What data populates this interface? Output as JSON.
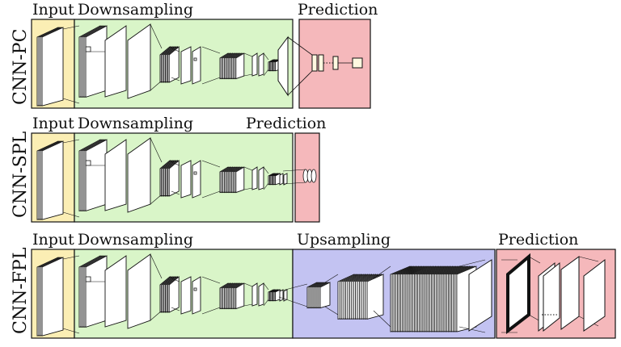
{
  "colors": {
    "input": "#fbeeb4",
    "downsampling": "#d9f5c8",
    "prediction": "#f5b8bb",
    "upsampling": "#c3c3f2",
    "stroke": "#111111"
  },
  "rows": [
    {
      "name": "CNN-PC",
      "labels": {
        "input": "Input",
        "downsampling": "Downsampling",
        "prediction": "Prediction"
      }
    },
    {
      "name": "CNN-SPL",
      "labels": {
        "input": "Input",
        "downsampling": "Downsampling",
        "prediction": "Prediction"
      }
    },
    {
      "name": "CNN-FPL",
      "labels": {
        "input": "Input",
        "downsampling": "Downsampling",
        "upsampling": "Upsampling",
        "prediction": "Prediction"
      }
    }
  ]
}
